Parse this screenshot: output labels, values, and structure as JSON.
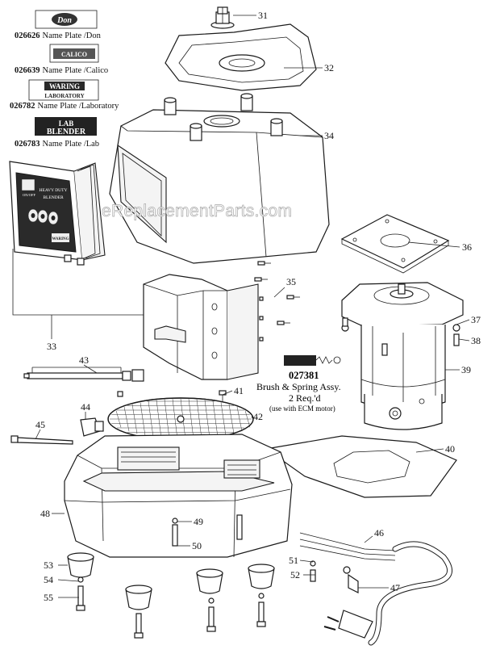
{
  "watermark": "eReplacementParts.com",
  "nameplates": [
    {
      "code": "026626",
      "label": "Name Plate /Don",
      "badge": "Don"
    },
    {
      "code": "026639",
      "label": "Name Plate /Calico",
      "badge": "CALICO"
    },
    {
      "code": "026782",
      "label": "Name Plate /Laboratory",
      "badge_line1": "WARING",
      "badge_line2": "LABORATORY"
    },
    {
      "code": "026783",
      "label": "Name Plate /Lab",
      "badge_line1": "LAB",
      "badge_line2": "BLENDER"
    }
  ],
  "control_panel": {
    "text1": "HEAVY DUTY",
    "text2": "BLENDER",
    "brand": "WARING",
    "onoff": "ON/OFF"
  },
  "brush_assembly": {
    "code": "027381",
    "line1": "Brush & Spring Assy.",
    "line2": "2 Req.'d",
    "line3": "(use with ECM motor)"
  },
  "callouts": [
    "31",
    "32",
    "34",
    "35",
    "36",
    "37",
    "38",
    "39",
    "33",
    "43",
    "41",
    "42",
    "44",
    "45",
    "40",
    "48",
    "46",
    "49",
    "50",
    "51",
    "52",
    "47",
    "53",
    "54",
    "55"
  ]
}
